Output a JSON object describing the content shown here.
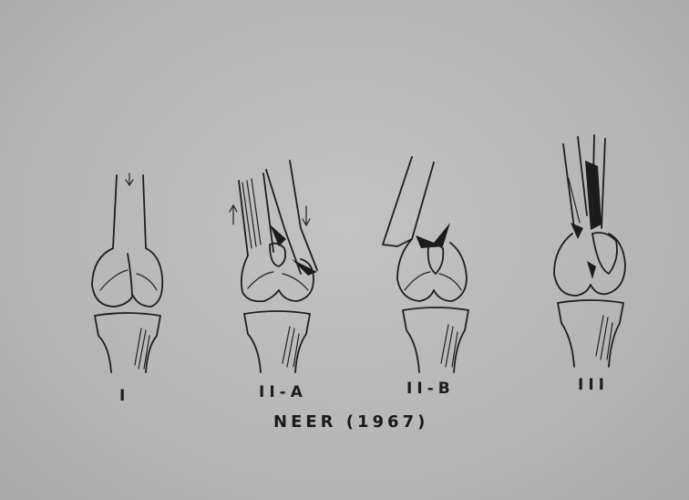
{
  "panels": [
    {
      "label": "I"
    },
    {
      "label": "II-A"
    },
    {
      "label": "II-B"
    },
    {
      "label": "III"
    }
  ],
  "caption": "NEER (1967)"
}
